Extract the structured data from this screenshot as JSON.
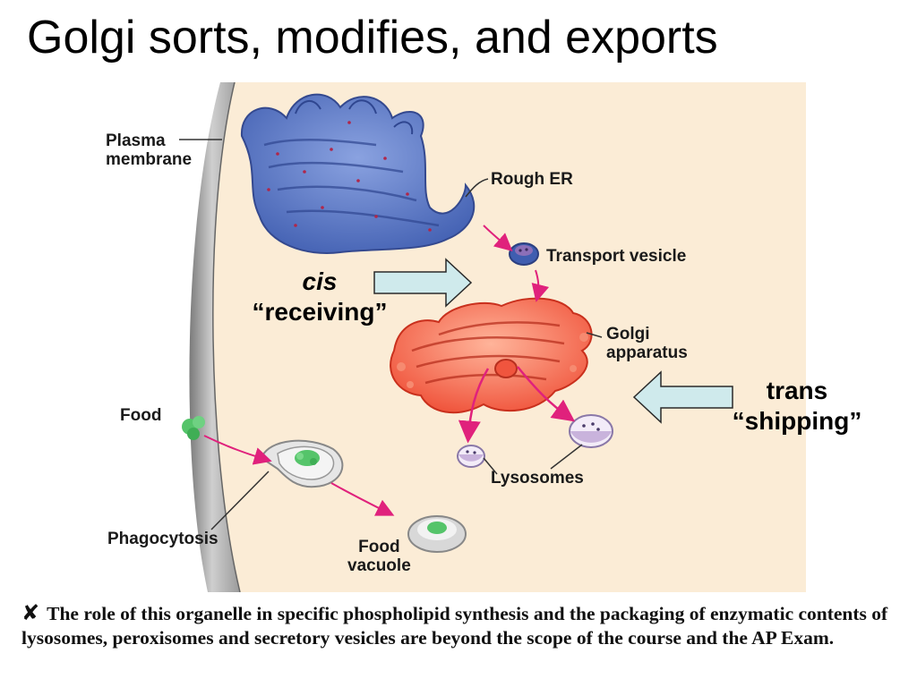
{
  "title": "Golgi sorts, modifies, and exports",
  "figure": {
    "labels": {
      "plasma_membrane": [
        "Plasma",
        "membrane"
      ],
      "rough_er": "Rough ER",
      "transport_vesicle": "Transport vesicle",
      "golgi_apparatus": [
        "Golgi",
        "apparatus"
      ],
      "food": "Food",
      "lysosomes": "Lysosomes",
      "phagocytosis": "Phagocytosis",
      "food_vacuole": [
        "Food",
        "vacuole"
      ]
    },
    "callouts": {
      "cis_term": "cis",
      "cis_desc": "“receiving”",
      "trans_term": "trans",
      "trans_desc": "“shipping”"
    },
    "colors": {
      "cell_background": "#fbecd6",
      "rough_er": "#5b79c4",
      "golgi": "#f0553e",
      "vesicle_arrows": "#e0217c",
      "callout_arrow": "#cfeaec",
      "lysosome": "#c9b3dc",
      "food": "#55c46a"
    }
  },
  "footnote": {
    "mark": "✘",
    "text": "The role of this organelle in specific phospholipid synthesis and the packaging of enzymatic contents of lysosomes, peroxisomes and secretory vesicles are beyond the scope of the course and the AP Exam."
  }
}
